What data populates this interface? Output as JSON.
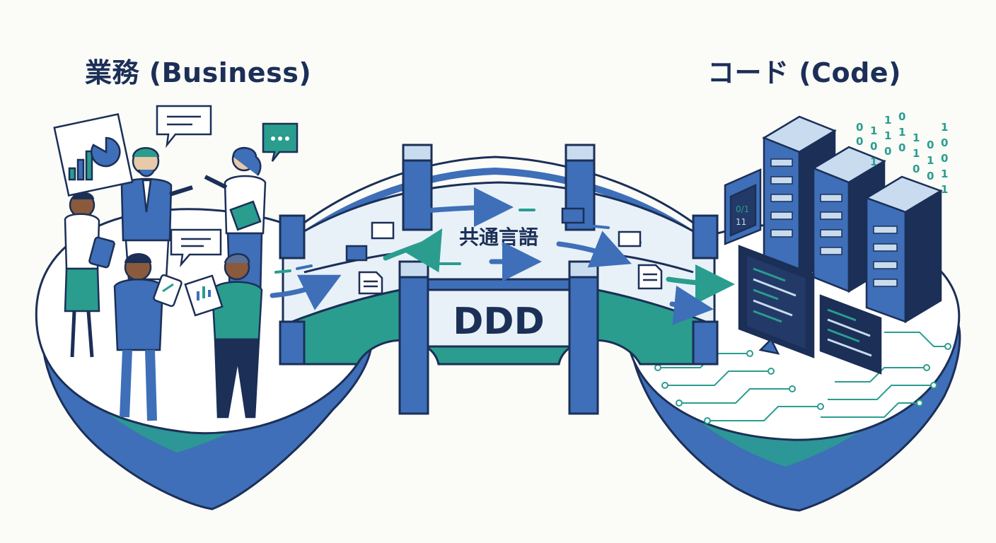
{
  "headings": {
    "business": "業務 (Business)",
    "code": "コード (Code)"
  },
  "bridge": {
    "banner_label": "DDD",
    "shared_language": "共通言語"
  },
  "binary_digits": [
    "0",
    "0",
    "1",
    "0",
    "1",
    "1",
    "0",
    "1",
    "0",
    "1",
    "1",
    "0",
    "1",
    "0",
    "1",
    "0",
    "0",
    "1",
    "1",
    "0",
    "0",
    "1"
  ],
  "screen_text": [
    "0/1",
    "11"
  ],
  "colors": {
    "navy": "#1b2f57",
    "blue": "#3e6fb8",
    "light_blue": "#c9dcef",
    "teal": "#2a9d8f",
    "pale": "#e8f1f8",
    "background": "#fbfbf8"
  }
}
